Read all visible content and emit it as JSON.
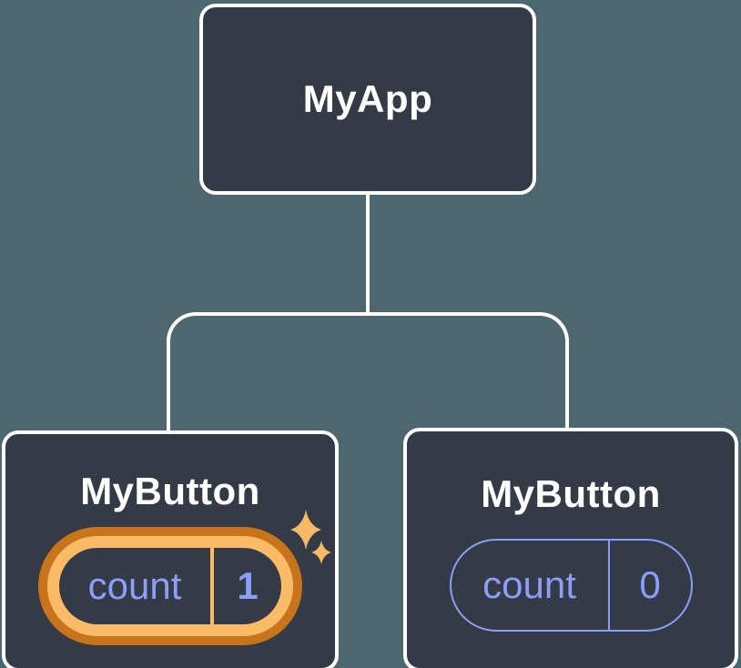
{
  "page": {
    "background": "#4D6770",
    "description": "React component tree diagram with isolated state"
  },
  "tree": {
    "root": {
      "label": "MyApp"
    },
    "children": [
      {
        "label": "MyButton",
        "state": {
          "name": "count",
          "value": "1"
        },
        "highlighted": true,
        "icon": "sparkles-icon"
      },
      {
        "label": "MyButton",
        "state": {
          "name": "count",
          "value": "0"
        },
        "highlighted": false
      }
    ]
  },
  "colors": {
    "background": "#4D6770",
    "node_bg": "#343A46",
    "node_border": "#FFFFFF",
    "label_text": "#FFFFFF",
    "state_text": "#8B9EF8",
    "state_border": "#8B9EF8",
    "highlight_outer": "#C7741C",
    "highlight_inner": "#FBBB66",
    "sparkle": "#F6BA66",
    "connector": "#FFFFFF"
  }
}
